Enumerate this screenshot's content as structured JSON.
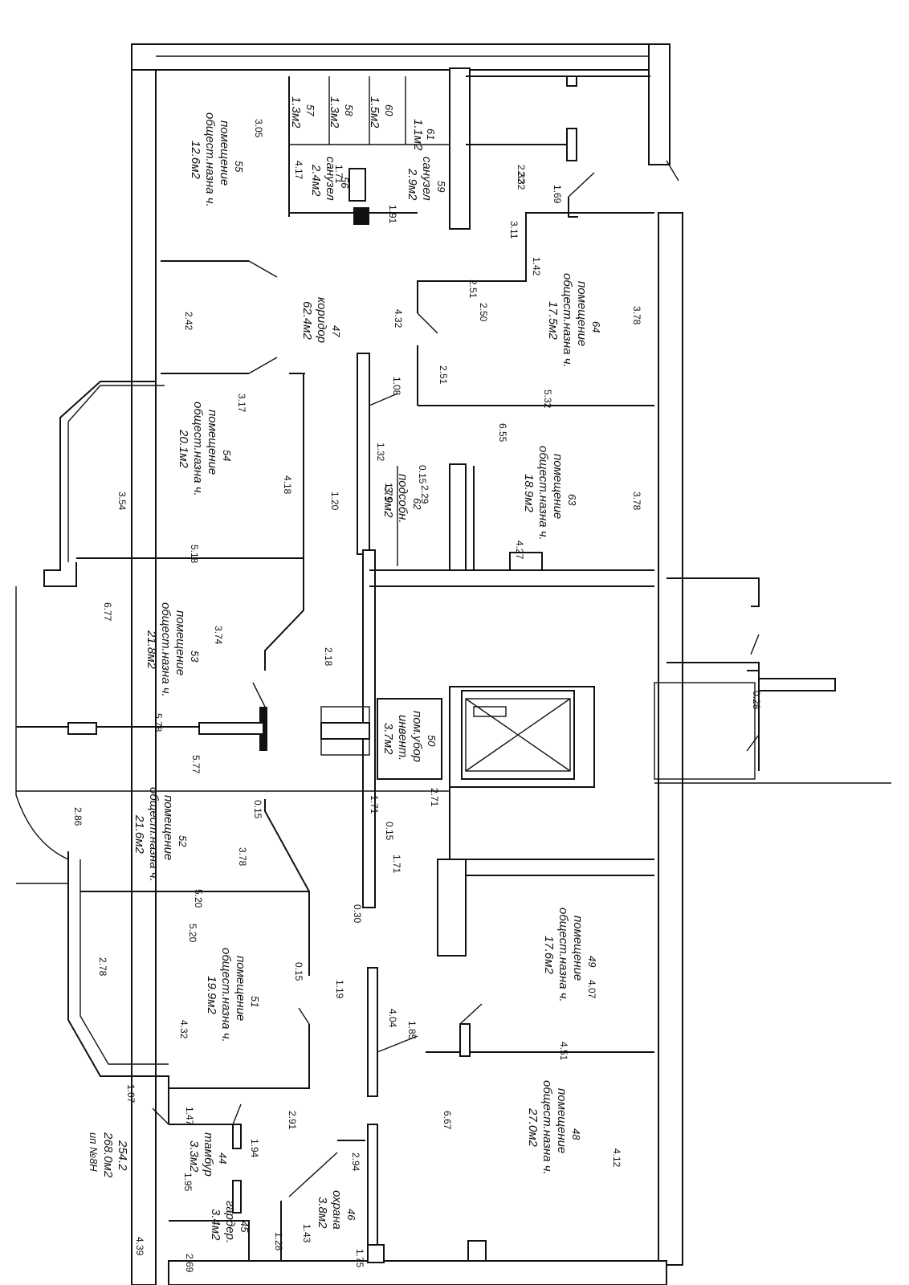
{
  "rooms": [
    {
      "id": "r55",
      "num": "55",
      "name": "помещение",
      "name2": "общест.назна ч.",
      "area": "12.6м2"
    },
    {
      "id": "r57",
      "num": "57",
      "name": "",
      "name2": "",
      "area": "1.3м2"
    },
    {
      "id": "r58",
      "num": "58",
      "name": "",
      "name2": "",
      "area": "1.3м2"
    },
    {
      "id": "r60",
      "num": "60",
      "name": "",
      "name2": "",
      "area": "1.5м2"
    },
    {
      "id": "r61",
      "num": "61",
      "name": "",
      "name2": "",
      "area": "1.1м2"
    },
    {
      "id": "r56",
      "num": "56",
      "name": "санузел",
      "name2": "",
      "area": "2.4м2"
    },
    {
      "id": "r59",
      "num": "59",
      "name": "санузел",
      "name2": "",
      "area": "2.9м2"
    },
    {
      "id": "r47",
      "num": "47",
      "name": "коридор",
      "name2": "",
      "area": "62.4м2"
    },
    {
      "id": "r64",
      "num": "64",
      "name": "помещение",
      "name2": "общест.назна ч.",
      "area": "17.5м2"
    },
    {
      "id": "r54",
      "num": "54",
      "name": "помещение",
      "name2": "общест.назна ч.",
      "area": "20.1м2"
    },
    {
      "id": "r62",
      "num": "62",
      "name": "подсобн.",
      "name2": "",
      "area": "3.9м2"
    },
    {
      "id": "r63",
      "num": "63",
      "name": "помещение",
      "name2": "общест.назна ч.",
      "area": "18.9м2"
    },
    {
      "id": "r53",
      "num": "53",
      "name": "помещение",
      "name2": "общест.назна ч.",
      "area": "21.8м2"
    },
    {
      "id": "r50",
      "num": "50",
      "name": "пом.убор",
      "name2": "инвент.",
      "area": "3.7м2"
    },
    {
      "id": "r52",
      "num": "52",
      "name": "помещение",
      "name2": "общест.назна ч.",
      "area": "21.6м2"
    },
    {
      "id": "r49",
      "num": "49",
      "name": "помещение",
      "name2": "общест.назна ч.",
      "area": "17.6м2"
    },
    {
      "id": "r51",
      "num": "51",
      "name": "помещение",
      "name2": "общест.назна ч.",
      "area": "19.9м2"
    },
    {
      "id": "r48",
      "num": "48",
      "name": "помещение",
      "name2": "общест.назна ч.",
      "area": "27.0м2"
    },
    {
      "id": "r44",
      "num": "44",
      "name": "тамбур",
      "name2": "",
      "area": "3.3м2"
    },
    {
      "id": "r45",
      "num": "45",
      "name": "гардер.",
      "name2": "",
      "area": "3.4м2"
    },
    {
      "id": "r46",
      "num": "46",
      "name": "охрана",
      "name2": "",
      "area": "3.8м2"
    }
  ],
  "totals": {
    "line1": "254.2",
    "line2": "268.0м2",
    "note": "ип №8Н"
  },
  "dims": [
    "3.05",
    "4.17",
    "1.71",
    "1.91",
    "2.32",
    "2.32",
    "1.69",
    "3.11",
    "1.42",
    "2.51",
    "2.50",
    "4.32",
    "3.78",
    "2.42",
    "3.17",
    "1.08",
    "2.51",
    "5.32",
    "6.55",
    "3.54",
    "4.18",
    "1.32",
    "0.15",
    "1.71",
    "2.29",
    "1.20",
    "3.78",
    "5.18",
    "4.27",
    "6.77",
    "3.74",
    "2.18",
    "5.78",
    "0.28",
    "5.77",
    "2.86",
    "0.15",
    "2.71",
    "1.71",
    "0.15",
    "3.78",
    "1.71",
    "5.20",
    "0.30",
    "5.20",
    "2.78",
    "0.15",
    "1.19",
    "4.07",
    "4.04",
    "1.85",
    "4.32",
    "4.51",
    "1.07",
    "1.47",
    "1.94",
    "2.91",
    "6.67",
    "1.95",
    "2.94",
    "4.12",
    "4.39",
    "2.69",
    "1.28",
    "1.43",
    "1.75"
  ]
}
